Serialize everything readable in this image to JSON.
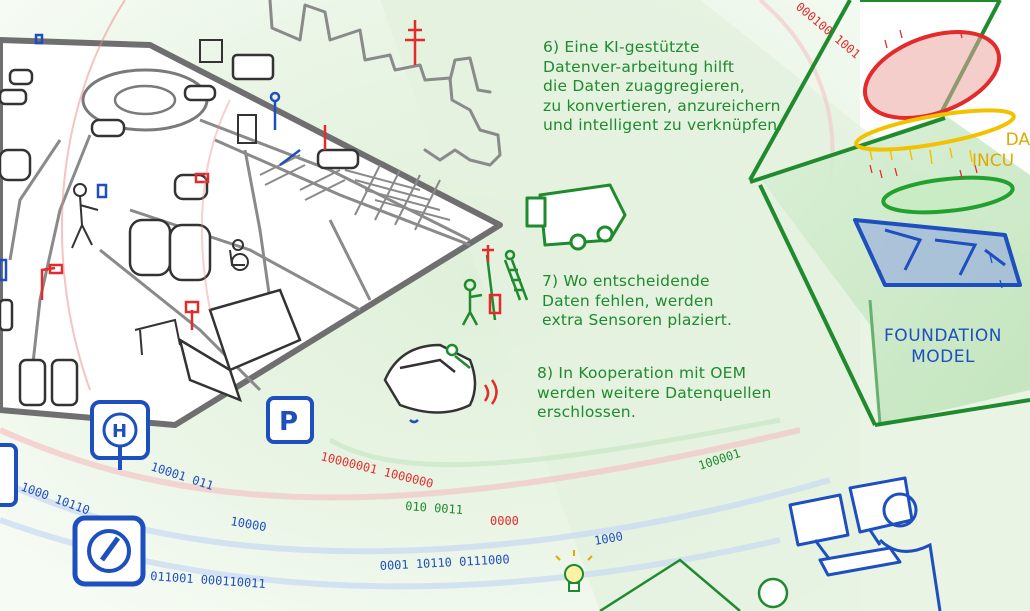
{
  "notes": {
    "step6": [
      "6) Eine KI-gestützte",
      "Datenver-arbeitung hilft",
      "die Daten zuaggregieren,",
      "zu konvertieren, anzureichern",
      "und intelligent zu verknüpfen."
    ],
    "step7": [
      "7) Wo entscheidende",
      "Daten fehlen, werden",
      "extra Sensoren plaziert."
    ],
    "step8": [
      "8) In Kooperation mit OEM",
      "werden weitere Datenquellen",
      "erschlossen."
    ]
  },
  "model_box": {
    "label_line1": "FOUNDATION",
    "label_line2": "MODEL",
    "partial_label_line1": "DA",
    "partial_label_line2": "INCU"
  },
  "signs": {
    "parking_letter": "P",
    "hospital_letter": "H"
  },
  "binary_streams": {
    "red_stream": "10000001 1000000",
    "green_stream": "010 0011",
    "red_stream_2": "0000",
    "blue_stream_1": "10001 011",
    "blue_stream_2": "10000",
    "blue_stream_3": "1000 10110",
    "blue_stream_4": "011001 000110011",
    "blue_stream_5": "0001 10110 0111000",
    "top_stream": "000100 1001"
  },
  "colors": {
    "green_text": "#1f8a2e",
    "blue": "#1d4fbf",
    "red": "#e32b2b",
    "yellow": "#f2c200",
    "gray_sketch": "#555555",
    "light_green_bg": "#e6f3e2"
  }
}
